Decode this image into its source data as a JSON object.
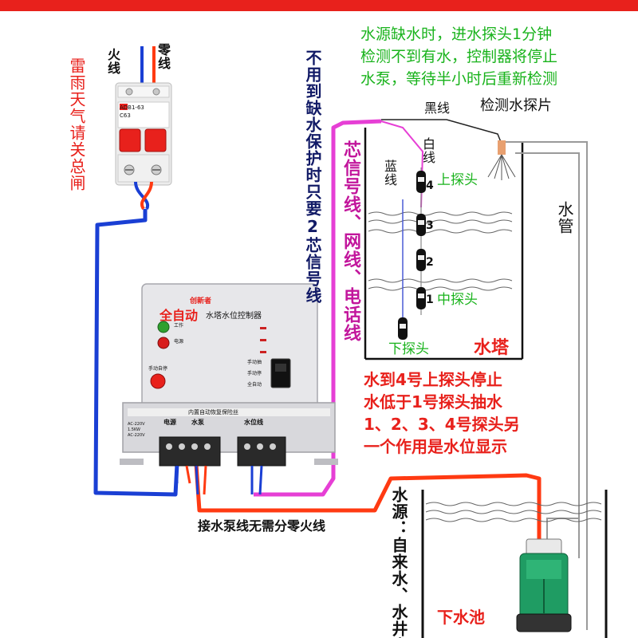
{
  "colors": {
    "top_band": "#e8211c",
    "red_text": "#e8211c",
    "green_text": "#19b31c",
    "magenta_wire": "#e63fd5",
    "blue_wire": "#1a3fd4",
    "red_wire": "#ff3a12",
    "grey_pipe": "#9a9a9a",
    "pump_green": "#1f9c63"
  },
  "breaker": {
    "live_label": "火线",
    "neutral_label": "零线",
    "model_text": "ADB1-63",
    "rating_text": "C63"
  },
  "notes": {
    "thunder_vertical": "雷雨天气请关总闸",
    "two_core_vertical": "不用到缺水保护时只要2芯信号线",
    "signal_wires_vertical": "芯信号线、网线、电话线",
    "water_shortage_lines": [
      "水源缺水时，进水探头1分钟",
      "检测不到有水，控制器将停止",
      "水泵，等待半小时后重新检测"
    ],
    "probe_function_lines": [
      "水到4号上探头停止",
      "水低于1号探头抽水",
      "1、2、3、4号探头另",
      "一个作用是水位显示"
    ],
    "pump_wire_note": "接水泵线无需分零火线"
  },
  "tower": {
    "black_wire": "黑线",
    "detect_probe": "检测水探片",
    "white_wire": "白线",
    "blue_wire": "蓝线",
    "upper_probe": "上探头",
    "middle_probe": "中探头",
    "lower_probe": "下探头",
    "tower_label": "水塔",
    "probe_numbers": [
      "4",
      "3",
      "2",
      "1"
    ],
    "pipe_label": "水管"
  },
  "source": {
    "source_vertical": "水源：自来水、水井水",
    "pool_label": "下水池"
  },
  "controller": {
    "brand": "创新者",
    "title_big": "全自动",
    "title_small": "水塔水位控制器",
    "indicator_labels": [
      "工作",
      "电源"
    ],
    "reset_label": "手动自停",
    "mode_labels": [
      "手动抽",
      "手动停",
      "全自动"
    ],
    "terminal_header": "内置自动恢复保险丝",
    "terminal_left_labels": [
      "电源",
      "水泵"
    ],
    "terminal_right_label": "水位线",
    "spec_lines": [
      "AC-220V",
      "1.5KW",
      "AC-220V"
    ]
  }
}
